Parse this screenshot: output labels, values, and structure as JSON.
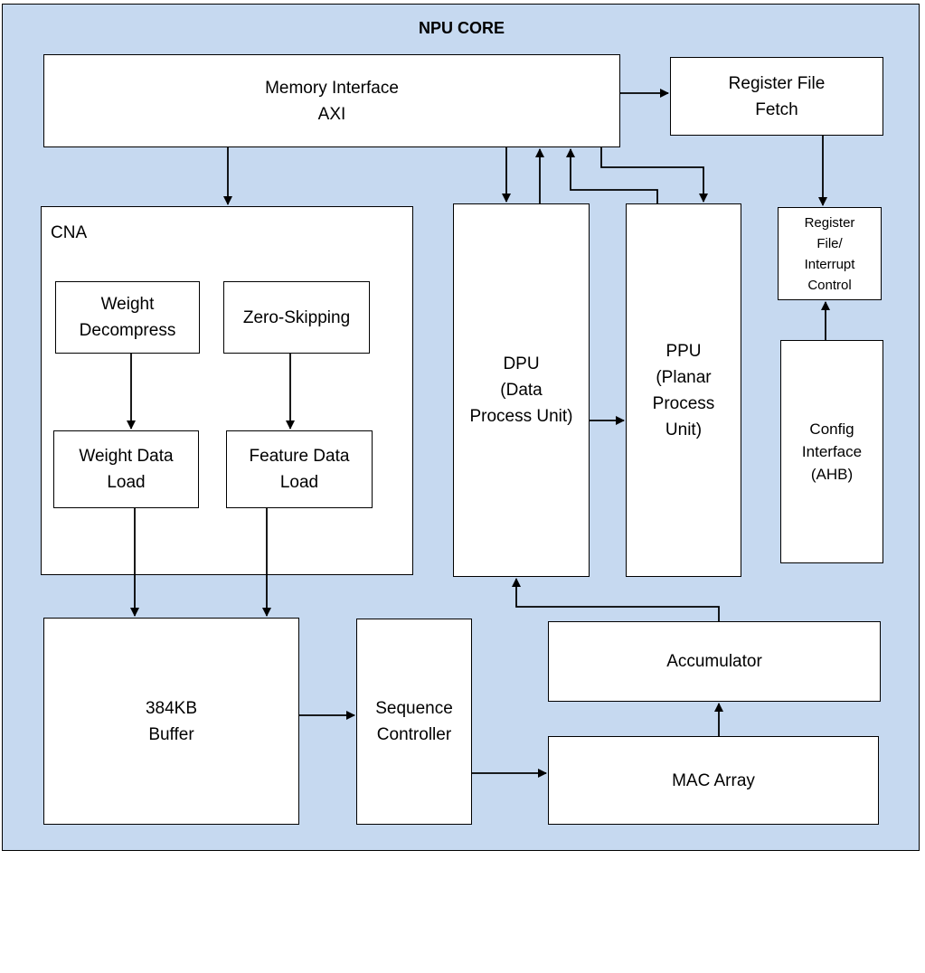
{
  "title": "NPU CORE",
  "blocks": {
    "memory_interface": "Memory Interface\nAXI",
    "register_file_fetch": "Register File\nFetch",
    "register_file_interrupt": "Register\nFile/\nInterrupt\nControl",
    "config_interface": "Config\nInterface\n(AHB)",
    "cna": "CNA",
    "weight_decompress": "Weight\nDecompress",
    "zero_skipping": "Zero-Skipping",
    "weight_data_load": "Weight Data\nLoad",
    "feature_data_load": "Feature Data\nLoad",
    "dpu": "DPU\n(Data\nProcess Unit)",
    "ppu": "PPU\n(Planar\nProcess\nUnit)",
    "buffer": "384KB\nBuffer",
    "sequence_controller": "Sequence\nController",
    "accumulator": "Accumulator",
    "mac_array": "MAC Array"
  }
}
